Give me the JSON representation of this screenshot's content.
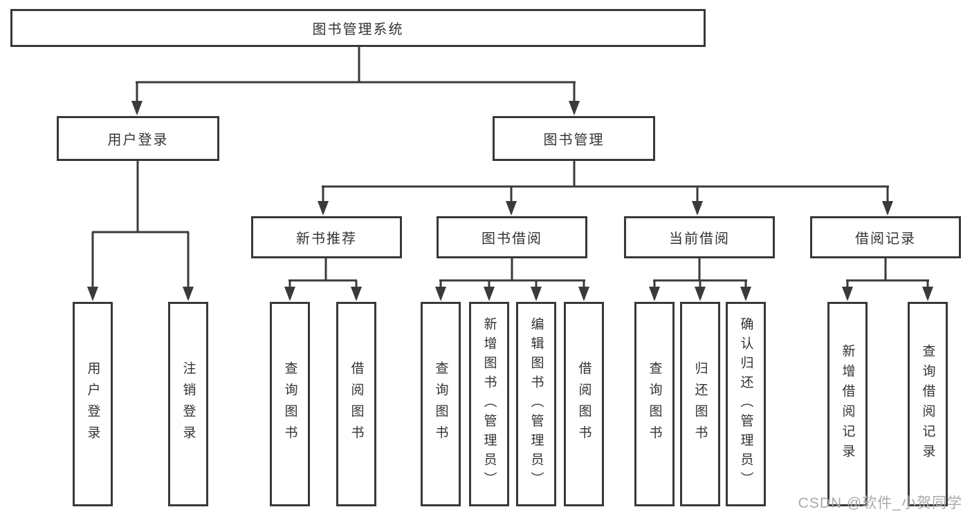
{
  "nodes": {
    "root": "图书管理系统",
    "user_login": "用户登录",
    "book_management": "图书管理",
    "new_book_recommend": "新书推荐",
    "book_borrowing": "图书借阅",
    "current_borrowing": "当前借阅",
    "borrowing_records": "借阅记录",
    "leaves": {
      "user_login": "用户登录",
      "logout": "注销登录",
      "recommend_query_books": "查询图书",
      "recommend_borrow_books": "借阅图书",
      "borrowing_query_books": "查询图书",
      "borrowing_add_books_admin": "新增图书（管理员）",
      "borrowing_edit_books_admin": "编辑图书（管理员）",
      "borrowing_borrow_books": "借阅图书",
      "current_query_books": "查询图书",
      "current_return_books": "归还图书",
      "current_confirm_return_admin": "确认归还（管理员）",
      "records_add_record": "新增借阅记录",
      "records_query_record": "查询借阅记录"
    }
  },
  "edges": [
    {
      "from": "图书管理系统",
      "to": [
        "用户登录",
        "图书管理"
      ]
    },
    {
      "from": "用户登录",
      "to": [
        "用户登录",
        "注销登录"
      ]
    },
    {
      "from": "图书管理",
      "to": [
        "新书推荐",
        "图书借阅",
        "当前借阅",
        "借阅记录"
      ]
    },
    {
      "from": "新书推荐",
      "to": [
        "查询图书",
        "借阅图书"
      ]
    },
    {
      "from": "图书借阅",
      "to": [
        "查询图书",
        "新增图书（管理员）",
        "编辑图书（管理员）",
        "借阅图书"
      ]
    },
    {
      "from": "当前借阅",
      "to": [
        "查询图书",
        "归还图书",
        "确认归还（管理员）"
      ]
    },
    {
      "from": "借阅记录",
      "to": [
        "新增借阅记录",
        "查询借阅记录"
      ]
    }
  ],
  "watermark": "CSDN @软件_小贺同学",
  "colors": {
    "line": "#3a3a3a",
    "box_border": "#383838",
    "text": "#333333",
    "watermark": "#a9a9a9",
    "background": "#ffffff"
  }
}
